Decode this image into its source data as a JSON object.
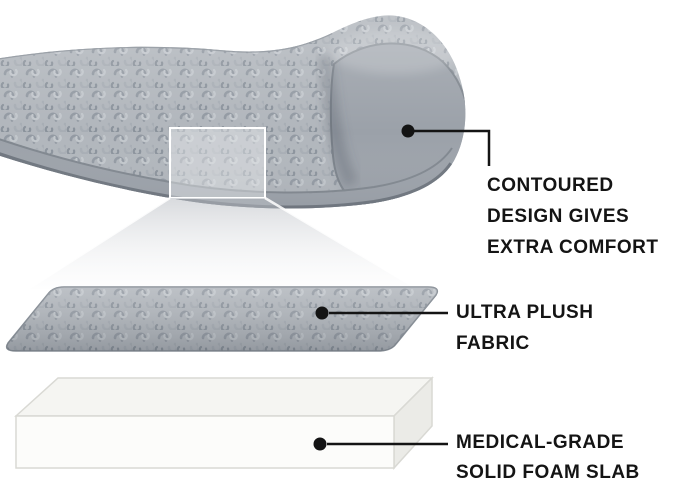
{
  "colors": {
    "background": "#ffffff",
    "plush_base": "#b1b6bc",
    "suede_gray": "#9ba1a9",
    "callout_ink": "#141414",
    "foam_top": "#f5f5f2",
    "foam_front": "#fcfcfa",
    "foam_side": "#ebebe7",
    "foam_edge": "#d9d9d4"
  },
  "callouts": {
    "bed": {
      "line1": "CONTOURED",
      "line2": "DESIGN GIVES",
      "line3": "EXTRA COMFORT"
    },
    "fabric": {
      "line1": "ULTRA PLUSH",
      "line2": "FABRIC"
    },
    "foam": {
      "line1": "MEDICAL-GRADE",
      "line2": "SOLID FOAM SLAB"
    }
  }
}
